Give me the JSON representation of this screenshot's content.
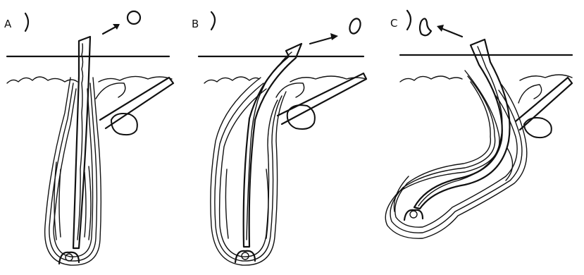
{
  "figure": {
    "panels": [
      {
        "id": "a",
        "label": "A",
        "section_shape": "round"
      },
      {
        "id": "b",
        "label": "B",
        "section_shape": "oval"
      },
      {
        "id": "c",
        "label": "C",
        "section_shape": "kidney"
      }
    ],
    "ink_color": "#111111",
    "background_color": "#ffffff"
  }
}
